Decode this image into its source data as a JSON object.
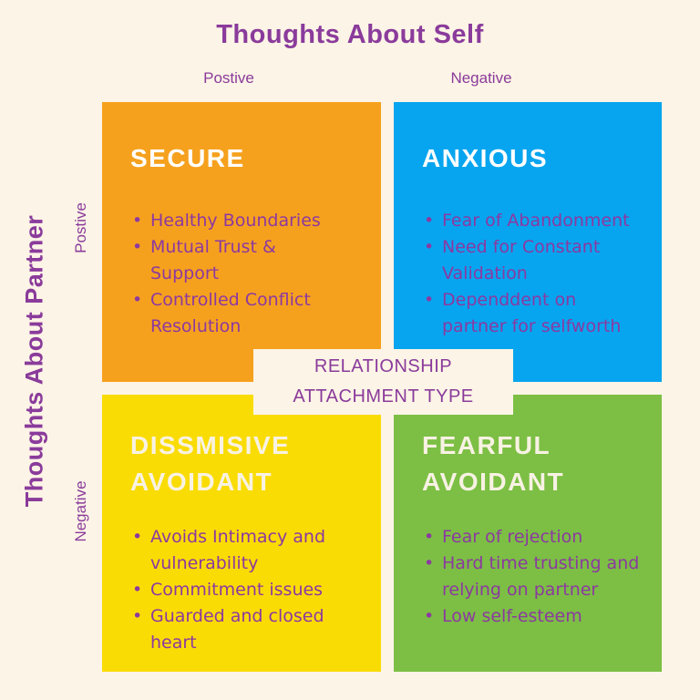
{
  "theme": {
    "background": "#FCF4E6",
    "heading_purple": "#8A3B9B",
    "item_purple": "#8C39A0"
  },
  "title": "Thoughts About Self",
  "left_axis_title": "Thoughts About Partner",
  "axis_labels": {
    "self_positive": "Postive",
    "self_negative": "Negative",
    "partner_positive": "Postive",
    "partner_negative": "Negative"
  },
  "center_badge": {
    "line1": "RELATIONSHIP",
    "line2": "ATTACHMENT TYPE"
  },
  "quadrants": [
    {
      "key": "secure",
      "title": "SECURE",
      "color": "#F6A11E",
      "title_color": "#FFFFFF",
      "items": [
        "Healthy Boundaries",
        "Mutual Trust & Support",
        "Controlled Conflict Resolution"
      ]
    },
    {
      "key": "anxious",
      "title": "ANXIOUS",
      "color": "#07A5EF",
      "title_color": "#FFFFFF",
      "items": [
        "Fear of Abandonment",
        "Need for Constant Validation",
        "Dependdent on partner for selfworth"
      ]
    },
    {
      "key": "dismissive-avoidant",
      "title": "DISSMISIVE AVOIDANT",
      "color": "#FADC05",
      "title_color": "#F8F2E3",
      "items": [
        "Avoids Intimacy and vulnerability",
        "Commitment issues",
        "Guarded and closed heart"
      ]
    },
    {
      "key": "fearful-avoidant",
      "title": "FEARFUL AVOIDANT",
      "color": "#7CBF44",
      "title_color": "#F8F2E3",
      "items": [
        "Fear of rejection",
        "Hard time trusting and relying on partner",
        "Low self-esteem"
      ]
    }
  ]
}
